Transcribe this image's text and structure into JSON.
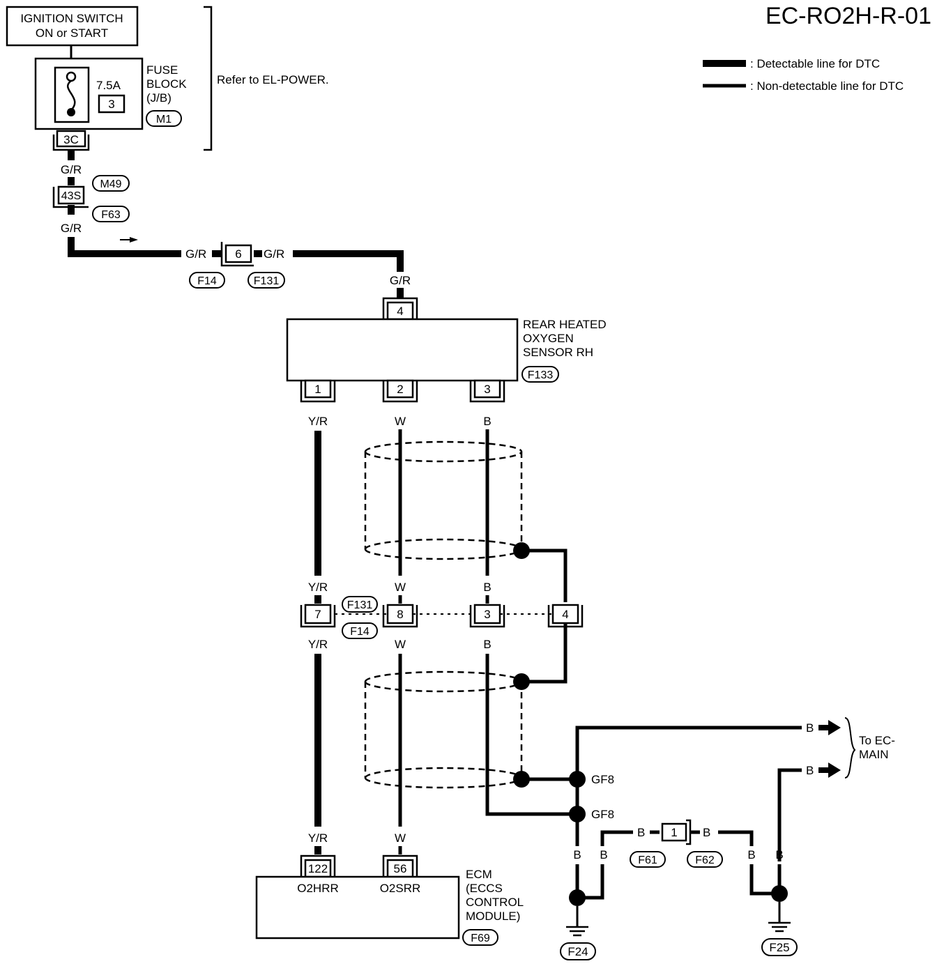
{
  "diagram_code": "EC-RO2H-R-01",
  "legend": {
    "detectable": ": Detectable line for DTC",
    "non_detectable": ": Non-detectable line for DTC"
  },
  "ignition": {
    "line1": "IGNITION SWITCH",
    "line2": "ON or START"
  },
  "fuse": {
    "rating": "7.5A",
    "number": "3",
    "label_line1": "FUSE",
    "label_line2": "BLOCK",
    "label_line3": "(J/B)",
    "connector": "M1",
    "terminal": "3C"
  },
  "refer_note": "Refer to EL-POWER.",
  "wires": {
    "gr": "G/R",
    "yr": "Y/R",
    "w": "W",
    "b": "B"
  },
  "connectors": {
    "c43s": "43S",
    "m49": "M49",
    "f63": "F63",
    "c6": "6",
    "f14": "F14",
    "f131": "F131",
    "c7": "7",
    "c8": "8",
    "c3": "3",
    "c4": "4",
    "c1": "1",
    "f61": "F61",
    "f62": "F62"
  },
  "sensor": {
    "line1": "REAR HEATED",
    "line2": "OXYGEN",
    "line3": "SENSOR RH",
    "connector": "F133",
    "pin_top": "4",
    "pins": [
      "1",
      "2",
      "3"
    ]
  },
  "ground_point": "GF8",
  "to_main": {
    "line1": "To EC-",
    "line2": "MAIN"
  },
  "ecm": {
    "line1": "ECM",
    "line2": "(ECCS",
    "line3": "CONTROL",
    "line4": "MODULE)",
    "connector": "F69",
    "pin_a": "122",
    "pin_b": "56",
    "label_a": "O2HRR",
    "label_b": "O2SRR"
  },
  "grounds": {
    "g1": "F24",
    "g2": "F25"
  }
}
